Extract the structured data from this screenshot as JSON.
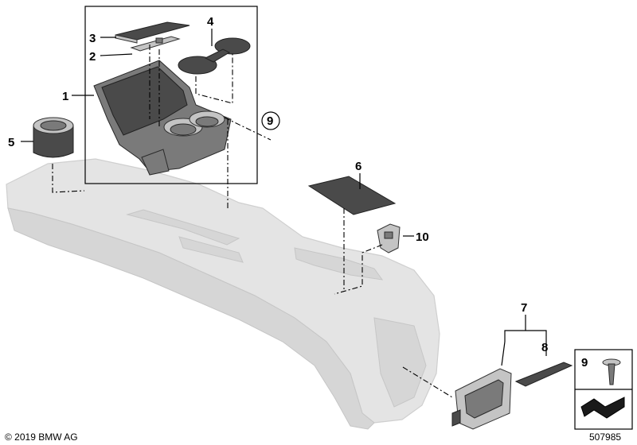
{
  "callouts": [
    {
      "id": "p1",
      "label": "1"
    },
    {
      "id": "p2",
      "label": "2"
    },
    {
      "id": "p3",
      "label": "3"
    },
    {
      "id": "p4",
      "label": "4"
    },
    {
      "id": "p5",
      "label": "5"
    },
    {
      "id": "p6",
      "label": "6"
    },
    {
      "id": "p7",
      "label": "7"
    },
    {
      "id": "p8",
      "label": "8"
    },
    {
      "id": "p9",
      "label": "9"
    },
    {
      "id": "p10",
      "label": "10"
    }
  ],
  "legend": {
    "item_label": "9"
  },
  "copyright": "© 2019 BMW AG",
  "diagram_number": "507985",
  "colors": {
    "console": "#e4e4e4",
    "part_dark": "#4a4a4a",
    "part_light": "#c4c4c4",
    "line": "#000000"
  }
}
